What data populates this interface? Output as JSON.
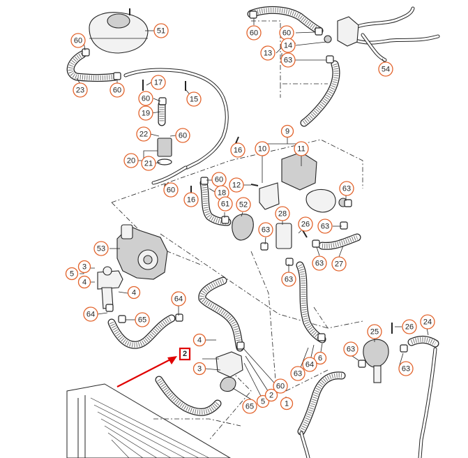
{
  "callouts": [
    {
      "id": "c-60-a",
      "label": "60"
    },
    {
      "id": "c-51",
      "label": "51"
    },
    {
      "id": "c-23",
      "label": "23"
    },
    {
      "id": "c-60-b",
      "label": "60"
    },
    {
      "id": "c-17",
      "label": "17"
    },
    {
      "id": "c-60-c",
      "label": "60"
    },
    {
      "id": "c-15",
      "label": "15"
    },
    {
      "id": "c-19",
      "label": "19"
    },
    {
      "id": "c-22",
      "label": "22"
    },
    {
      "id": "c-60-d",
      "label": "60"
    },
    {
      "id": "c-16-a",
      "label": "16"
    },
    {
      "id": "c-20",
      "label": "20"
    },
    {
      "id": "c-21",
      "label": "21"
    },
    {
      "id": "c-60-e",
      "label": "60"
    },
    {
      "id": "c-16-b",
      "label": "16"
    },
    {
      "id": "c-60-f",
      "label": "60"
    },
    {
      "id": "c-18",
      "label": "18"
    },
    {
      "id": "c-60-g",
      "label": "60"
    },
    {
      "id": "c-60-h",
      "label": "60"
    },
    {
      "id": "c-14",
      "label": "14"
    },
    {
      "id": "c-13",
      "label": "13"
    },
    {
      "id": "c-63-a",
      "label": "63"
    },
    {
      "id": "c-54",
      "label": "54"
    },
    {
      "id": "c-9",
      "label": "9"
    },
    {
      "id": "c-10",
      "label": "10"
    },
    {
      "id": "c-11",
      "label": "11"
    },
    {
      "id": "c-12",
      "label": "12"
    },
    {
      "id": "c-63-b",
      "label": "63"
    },
    {
      "id": "c-61",
      "label": "61"
    },
    {
      "id": "c-52",
      "label": "52"
    },
    {
      "id": "c-28",
      "label": "28"
    },
    {
      "id": "c-26-a",
      "label": "26"
    },
    {
      "id": "c-63-c",
      "label": "63"
    },
    {
      "id": "c-63-d",
      "label": "63"
    },
    {
      "id": "c-63-e",
      "label": "63"
    },
    {
      "id": "c-27",
      "label": "27"
    },
    {
      "id": "c-53",
      "label": "53"
    },
    {
      "id": "c-3-a",
      "label": "3"
    },
    {
      "id": "c-5-a",
      "label": "5"
    },
    {
      "id": "c-4-a",
      "label": "4"
    },
    {
      "id": "c-4-b",
      "label": "4"
    },
    {
      "id": "c-63-f",
      "label": "63"
    },
    {
      "id": "c-64-a",
      "label": "64"
    },
    {
      "id": "c-64-b",
      "label": "64"
    },
    {
      "id": "c-65-a",
      "label": "65"
    },
    {
      "id": "c-4-c",
      "label": "4"
    },
    {
      "id": "c-3-b",
      "label": "3"
    },
    {
      "id": "c-65-b",
      "label": "65"
    },
    {
      "id": "c-5-b",
      "label": "5"
    },
    {
      "id": "c-2-b",
      "label": "2"
    },
    {
      "id": "c-60-i",
      "label": "60"
    },
    {
      "id": "c-1",
      "label": "1"
    },
    {
      "id": "c-6",
      "label": "6"
    },
    {
      "id": "c-64-c",
      "label": "64"
    },
    {
      "id": "c-63-g",
      "label": "63"
    },
    {
      "id": "c-25",
      "label": "25"
    },
    {
      "id": "c-26-b",
      "label": "26"
    },
    {
      "id": "c-24",
      "label": "24"
    },
    {
      "id": "c-63-h",
      "label": "63"
    },
    {
      "id": "c-63-i",
      "label": "63"
    }
  ],
  "highlight": {
    "label": "2",
    "color": "#e00000"
  },
  "colors": {
    "callout_outline": "#e2622a",
    "arrow": "#e00000",
    "line": "#222222"
  }
}
